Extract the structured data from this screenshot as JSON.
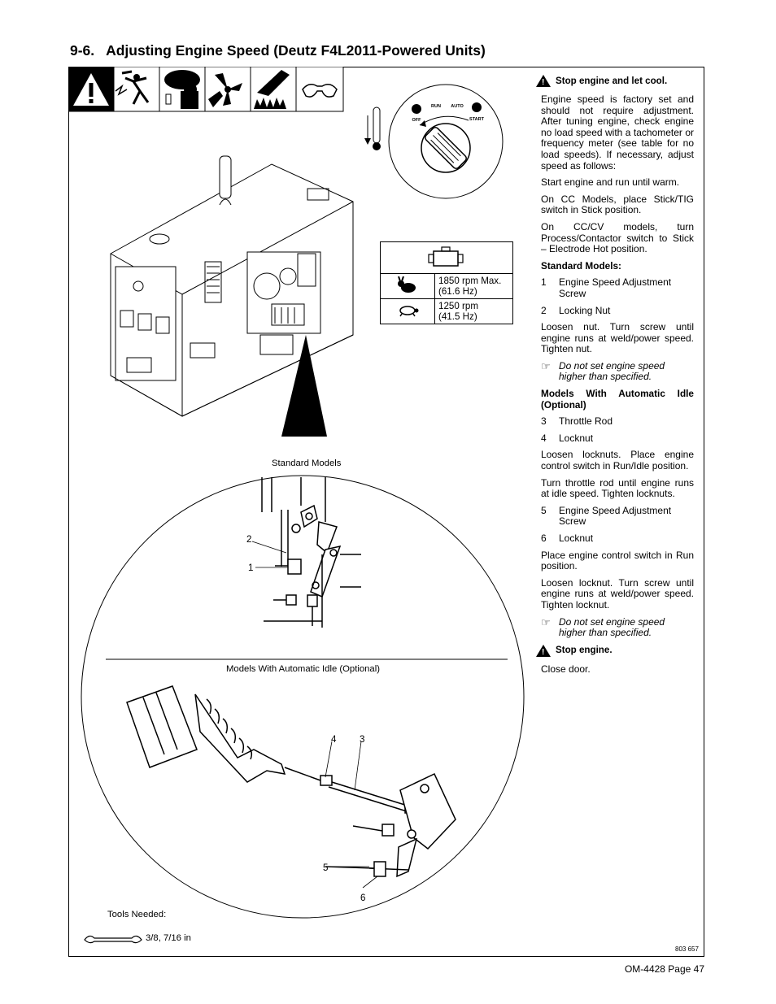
{
  "section_title": "9-6.   Adjusting Engine Speed (Deutz F4L2011-Powered Units)",
  "instructions": {
    "warning_stop_cool": "Stop engine and let cool.",
    "para_factory": "Engine speed is factory set and should not require adjustment. After tuning engine, check engine no load speed with a tachometer or frequency meter (see table for no load speeds). If necessary, adjust speed as follows:",
    "para_start": "Start engine and run until warm.",
    "para_cc": "On CC Models, place Stick/TIG switch in Stick position.",
    "para_cccv": "On CC/CV models, turn Process/Contactor switch to Stick – Electrode Hot position.",
    "standard_heading": "Standard Models:",
    "standard_items": [
      {
        "num": "1",
        "text": "Engine Speed Adjustment Screw"
      },
      {
        "num": "2",
        "text": "Locking Nut"
      }
    ],
    "para_loosen_nut": "Loosen nut. Turn screw until engine runs at weld/power speed. Tighten nut.",
    "note_1": "Do not set engine speed higher than specified.",
    "auto_heading": "Models With Automatic Idle (Optional)",
    "auto_items_a": [
      {
        "num": "3",
        "text": "Throttle Rod"
      },
      {
        "num": "4",
        "text": "Locknut"
      }
    ],
    "para_loosen_locknuts": "Loosen locknuts. Place engine control switch in Run/Idle position.",
    "para_turn_rod": "Turn throttle rod until engine runs at idle speed. Tighten locknuts.",
    "auto_items_b": [
      {
        "num": "5",
        "text": "Engine Speed Adjustment Screw"
      },
      {
        "num": "6",
        "text": "Locknut"
      }
    ],
    "para_place_run": "Place engine control switch in Run position.",
    "para_loosen_locknut": "Loosen locknut. Turn screw until engine runs at weld/power speed. Tighten locknut.",
    "note_2": "Do not set engine speed higher than specified.",
    "warning_stop": "Stop engine.",
    "para_close": "Close door."
  },
  "speed_table": {
    "rows": [
      {
        "icon": "rabbit-icon",
        "line1": "1850 rpm Max.",
        "line2": "(61.6 Hz)"
      },
      {
        "icon": "turtle-icon",
        "line1": "1250 rpm",
        "line2": "(41.5 Hz)"
      }
    ]
  },
  "switch_labels": {
    "off": "OFF",
    "run": "RUN",
    "auto": "AUTO",
    "start": "START"
  },
  "figure": {
    "standard_caption": "Standard Models",
    "auto_caption": "Models With Automatic Idle (Optional)",
    "callouts": [
      "1",
      "2",
      "3",
      "4",
      "5",
      "6"
    ],
    "tools_label": "Tools Needed:",
    "tools_sizes": "3/8, 7/16 in",
    "figure_code": "803 657"
  },
  "footer": {
    "page": "OM-4428 Page 47"
  }
}
